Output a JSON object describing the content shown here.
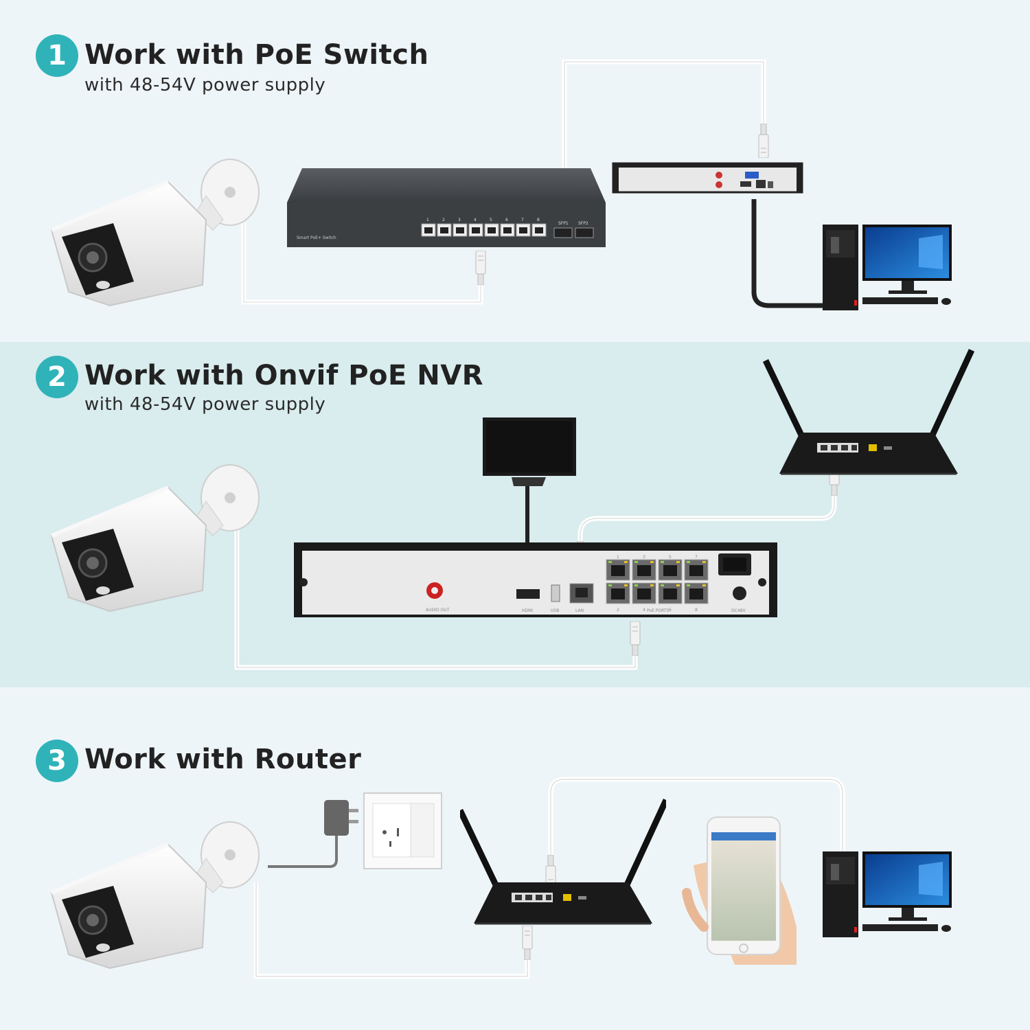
{
  "sections": [
    {
      "number": "1",
      "title": "Work with PoE Switch",
      "subtitle": "with 48-54V power supply"
    },
    {
      "number": "2",
      "title": "Work with Onvif PoE NVR",
      "subtitle": "with 48-54V power supply"
    },
    {
      "number": "3",
      "title": "Work with Router",
      "subtitle": ""
    }
  ],
  "device_labels": {
    "switch_name": "Smart PoE+ Switch",
    "sfp1": "SFP1",
    "sfp2": "SFP2",
    "nvr_audio_out": "AUDIO OUT",
    "nvr_hdmi": "HDMI",
    "nvr_usb": "USB",
    "nvr_lan": "LAN",
    "nvr_poe_ports": "PoE PORTS",
    "nvr_dc": "DC48V",
    "nvr_port_numbers": [
      "1",
      "3",
      "5",
      "7",
      "2",
      "4",
      "6",
      "8"
    ],
    "switch_port_numbers": [
      "1",
      "2",
      "3",
      "4",
      "5",
      "6",
      "7",
      "8"
    ]
  },
  "colors": {
    "accent": "#2fb3b8",
    "band_light": "#eef5f8",
    "band_teal": "#d9ecee",
    "title_text": "#222222",
    "device_dark": "#1a1a1a",
    "cable": "#ffffff"
  }
}
